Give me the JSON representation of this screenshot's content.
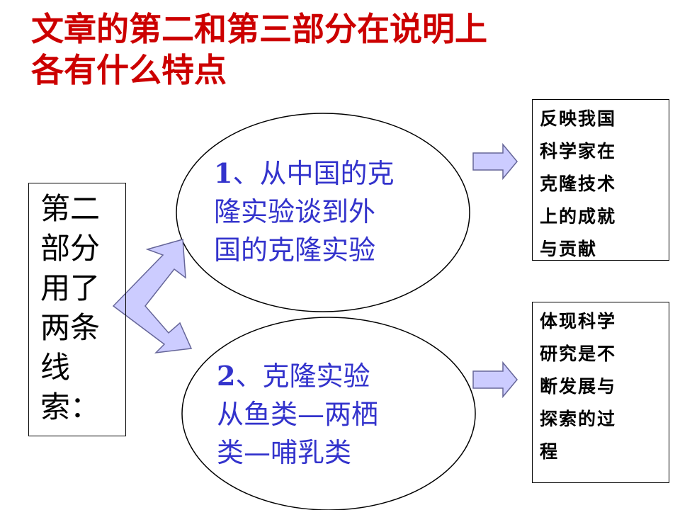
{
  "title": {
    "line1": "文章的第二和第三部分在说明上",
    "line2": "各有什么特点"
  },
  "left_box": {
    "lines": [
      "第二",
      "部分",
      "用了",
      "两条",
      "线",
      "索："
    ]
  },
  "ellipse_top": {
    "number": "1",
    "line1_rest": "、从中国的克",
    "line2": "隆实验谈到外",
    "line3": "国的克隆实验"
  },
  "ellipse_bottom": {
    "number": "2",
    "line1_rest": "、克隆实验",
    "line2": "从鱼类—两栖",
    "line3": "类—哺乳类"
  },
  "right_box_top": {
    "lines": [
      "反映我国",
      "科学家在",
      "克隆技术",
      "上的成就",
      "与贡献"
    ]
  },
  "right_box_bottom": {
    "lines": [
      "体现科学",
      "研究是不",
      "断发展与",
      "探索的过",
      "程"
    ]
  },
  "colors": {
    "title": "#cc0000",
    "ellipse_text": "#3333cc",
    "arrow_fill": "#ccccff",
    "arrow_stroke": "#666699"
  }
}
